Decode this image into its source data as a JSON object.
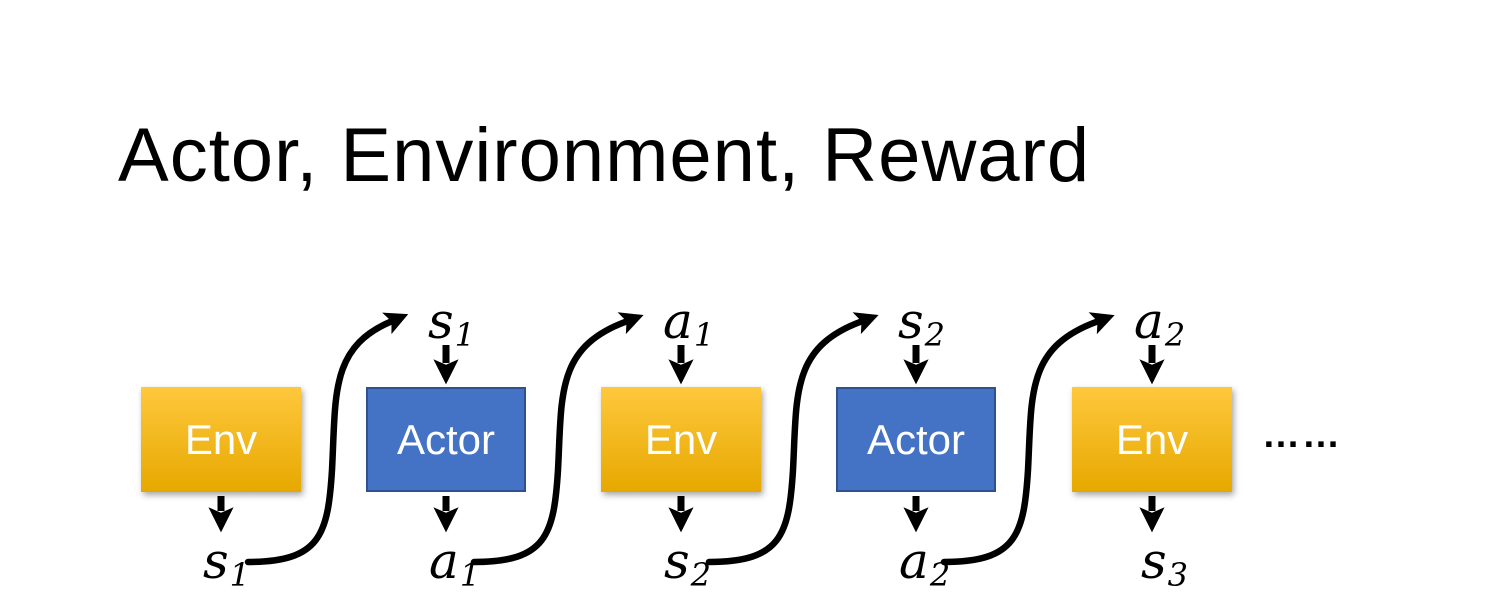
{
  "title": "Actor, Environment, Reward",
  "diagram": {
    "boxes": [
      {
        "label": "Env",
        "type": "env"
      },
      {
        "label": "Actor",
        "type": "actor"
      },
      {
        "label": "Env",
        "type": "env"
      },
      {
        "label": "Actor",
        "type": "actor"
      },
      {
        "label": "Env",
        "type": "env"
      }
    ],
    "top_labels": [
      {
        "base": "s",
        "sub": "1"
      },
      {
        "base": "a",
        "sub": "1"
      },
      {
        "base": "s",
        "sub": "2"
      },
      {
        "base": "a",
        "sub": "2"
      }
    ],
    "bottom_labels": [
      {
        "base": "s",
        "sub": "1"
      },
      {
        "base": "a",
        "sub": "1"
      },
      {
        "base": "s",
        "sub": "2"
      },
      {
        "base": "a",
        "sub": "2"
      },
      {
        "base": "s",
        "sub": "3"
      }
    ],
    "ellipsis": "……"
  },
  "colors": {
    "env_top": "#FFC83D",
    "env_bottom": "#E6A800",
    "actor_fill": "#4472C4",
    "actor_border": "#2F528F",
    "arrow": "#000000",
    "box_text": "#FFFFFF",
    "title_text": "#000000"
  }
}
